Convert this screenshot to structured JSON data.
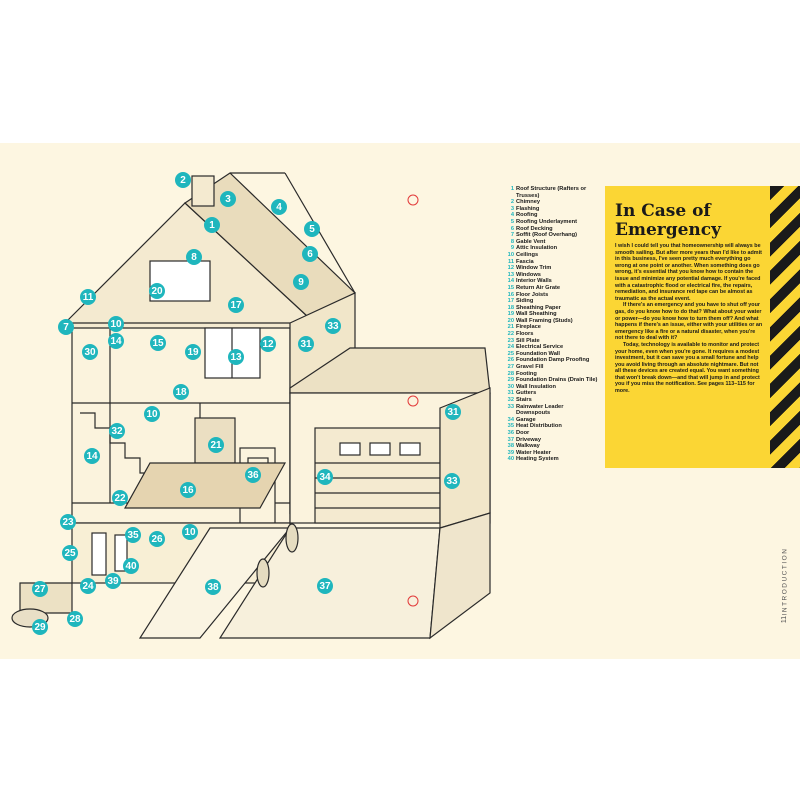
{
  "callout": {
    "title_line1": "In Case of",
    "title_line2": "Emergency",
    "paragraph1": "I wish I could tell you that homeownership will always be smooth sailing. But after more years than I'd like to admit in this business, I've seen pretty much everything go wrong at one point or another. When something does go wrong, it's essential that you know how to contain the issue and minimize any potential damage. If you're faced with a catastrophic flood or electrical fire, the repairs, remediation, and insurance red tape can be almost as traumatic as the actual event.",
    "paragraph2": "If there's an emergency and you have to shut off your gas, do you know how to do that? What about your water or power—do you know how to turn them off? And what happens if there's an issue, either with your utilities or an emergency like a fire or a natural disaster, when you're not there to deal with it?",
    "paragraph3": "Today, technology is available to monitor and protect your home, even when you're gone. It requires a modest investment, but it can save you a small fortune and help you avoid living through an absolute nightmare. But not all these devices are created equal. You want something that won't break down—and that will jump in and protect you if you miss the notification. See pages 113–115 for more."
  },
  "section_label": "INTRODUCTION",
  "page_number": "11",
  "legend": [
    {
      "num": "1",
      "label": "Roof Structure (Rafters or Trusses)"
    },
    {
      "num": "2",
      "label": "Chimney"
    },
    {
      "num": "3",
      "label": "Flashing"
    },
    {
      "num": "4",
      "label": "Roofing"
    },
    {
      "num": "5",
      "label": "Roofing Underlayment"
    },
    {
      "num": "6",
      "label": "Roof Decking"
    },
    {
      "num": "7",
      "label": "Soffit (Roof Overhang)"
    },
    {
      "num": "8",
      "label": "Gable Vent"
    },
    {
      "num": "9",
      "label": "Attic Insulation"
    },
    {
      "num": "10",
      "label": "Ceilings"
    },
    {
      "num": "11",
      "label": "Fascia"
    },
    {
      "num": "12",
      "label": "Window Trim"
    },
    {
      "num": "13",
      "label": "Windows"
    },
    {
      "num": "14",
      "label": "Interior Walls"
    },
    {
      "num": "15",
      "label": "Return Air Grate"
    },
    {
      "num": "16",
      "label": "Floor Joists"
    },
    {
      "num": "17",
      "label": "Siding"
    },
    {
      "num": "18",
      "label": "Sheathing Paper"
    },
    {
      "num": "19",
      "label": "Wall Sheathing"
    },
    {
      "num": "20",
      "label": "Wall Framing (Studs)"
    },
    {
      "num": "21",
      "label": "Fireplace"
    },
    {
      "num": "22",
      "label": "Floors"
    },
    {
      "num": "23",
      "label": "Sill Plate"
    },
    {
      "num": "24",
      "label": "Electrical Service"
    },
    {
      "num": "25",
      "label": "Foundation Wall"
    },
    {
      "num": "26",
      "label": "Foundation Damp Proofing"
    },
    {
      "num": "27",
      "label": "Gravel Fill"
    },
    {
      "num": "28",
      "label": "Footing"
    },
    {
      "num": "29",
      "label": "Foundation Drains (Drain Tile)"
    },
    {
      "num": "30",
      "label": "Wall Insulation"
    },
    {
      "num": "31",
      "label": "Gutters"
    },
    {
      "num": "32",
      "label": "Stairs"
    },
    {
      "num": "33",
      "label": "Rainwater Leader Downspouts"
    },
    {
      "num": "34",
      "label": "Garage"
    },
    {
      "num": "35",
      "label": "Heat Distribution"
    },
    {
      "num": "36",
      "label": "Door"
    },
    {
      "num": "37",
      "label": "Driveway"
    },
    {
      "num": "38",
      "label": "Walkway"
    },
    {
      "num": "39",
      "label": "Water Heater"
    },
    {
      "num": "40",
      "label": "Heating System"
    }
  ],
  "diagram_markers": [
    {
      "num": "2"
    },
    {
      "num": "3"
    },
    {
      "num": "4"
    },
    {
      "num": "1"
    },
    {
      "num": "5"
    },
    {
      "num": "6"
    },
    {
      "num": "8"
    },
    {
      "num": "9"
    },
    {
      "num": "20"
    },
    {
      "num": "11"
    },
    {
      "num": "17"
    },
    {
      "num": "33"
    },
    {
      "num": "7"
    },
    {
      "num": "10"
    },
    {
      "num": "14"
    },
    {
      "num": "15"
    },
    {
      "num": "30"
    },
    {
      "num": "19"
    },
    {
      "num": "13"
    },
    {
      "num": "12"
    },
    {
      "num": "31"
    },
    {
      "num": "18"
    },
    {
      "num": "10"
    },
    {
      "num": "31"
    },
    {
      "num": "32"
    },
    {
      "num": "21"
    },
    {
      "num": "14"
    },
    {
      "num": "36"
    },
    {
      "num": "34"
    },
    {
      "num": "33"
    },
    {
      "num": "16"
    },
    {
      "num": "22"
    },
    {
      "num": "23"
    },
    {
      "num": "10"
    },
    {
      "num": "35"
    },
    {
      "num": "26"
    },
    {
      "num": "25"
    },
    {
      "num": "40"
    },
    {
      "num": "27"
    },
    {
      "num": "24"
    },
    {
      "num": "39"
    },
    {
      "num": "38"
    },
    {
      "num": "37"
    },
    {
      "num": "28"
    },
    {
      "num": "29"
    }
  ],
  "colors": {
    "accent": "#1fb6bd",
    "callout_bg": "#fbd634",
    "page_bg": "#fdf6e1",
    "ink": "#1a1a1a"
  }
}
